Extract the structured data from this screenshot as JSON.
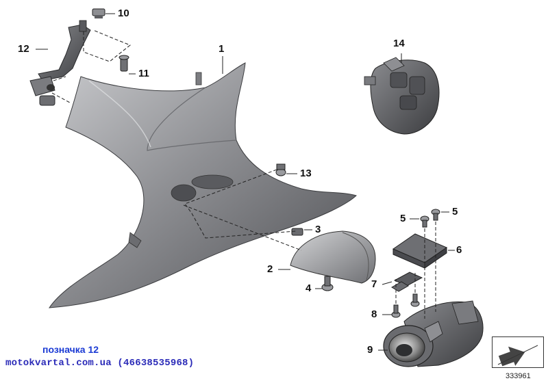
{
  "callouts": {
    "c1": "1",
    "c2": "2",
    "c3": "3",
    "c4": "4",
    "c5a": "5",
    "c5b": "5",
    "c6": "6",
    "c7": "7",
    "c8": "8",
    "c9": "9",
    "c10": "10",
    "c11": "11",
    "c12": "12",
    "c13": "13",
    "c14": "14"
  },
  "caption": "позначка 12",
  "watermark": "motokvartal.com.ua (46638535968)",
  "reference_code": "333961",
  "colors": {
    "part_fill": "#8e8f93",
    "part_dark": "#55565a",
    "part_light": "#c9cacd",
    "line": "#222222",
    "caption_blue": "#1a3ad4",
    "watermark_blue": "#2b2bb8"
  }
}
